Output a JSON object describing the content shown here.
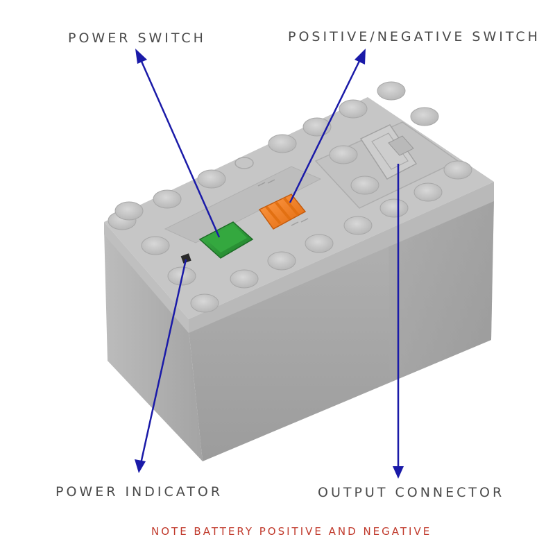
{
  "labels": {
    "power_switch": "POWER SWITCH",
    "positive_negative_switch": "POSITIVE/NEGATIVE SWITCH",
    "power_indicator": "POWER INDICATOR",
    "output_connector": "OUTPUT CONNECTOR",
    "note": "NOTE BATTERY POSITIVE AND NEGATIVE"
  },
  "colors": {
    "label_text": "#4a4a4a",
    "note_text": "#c0392b",
    "arrow": "#1a1aa8",
    "power_switch_button": "#2e9a3a",
    "polarity_switch": "#f07d22",
    "box_body": "#a9a9a9",
    "box_top": "#c6c6c6"
  },
  "icons": {
    "power_switch": "green-square-button",
    "polarity_switch": "orange-slider-switch",
    "indicator": "led-slot",
    "connector": "output-port"
  }
}
